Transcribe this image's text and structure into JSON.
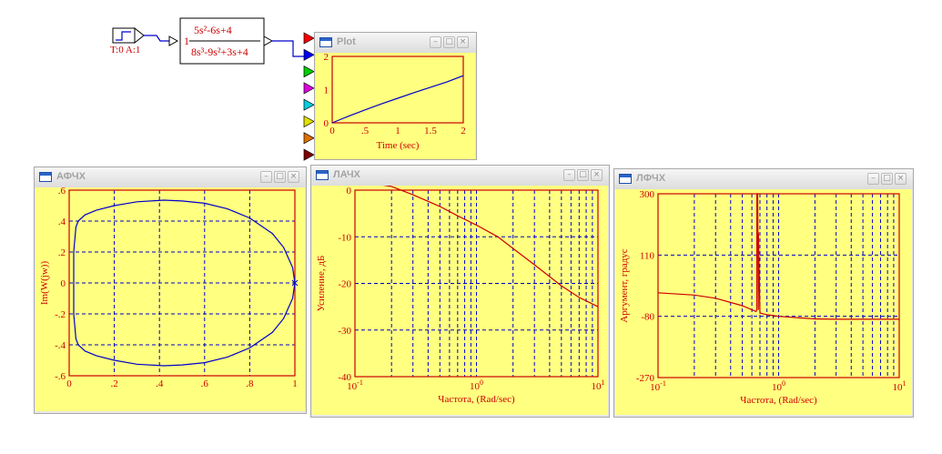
{
  "block_diagram": {
    "step_label": "T:0 A:1",
    "tf_gain": "1",
    "tf_num": "5s²-6s+4",
    "tf_den": "8s³-9s²+3s+4",
    "port_colors": [
      "#ff0000",
      "#0000ff",
      "#00d000",
      "#e000e0",
      "#00d0e0",
      "#e0e000",
      "#e07000",
      "#800000"
    ]
  },
  "colors": {
    "plot_bg": "#ffff80",
    "frame": "#cc0000",
    "grid": "#0000cc",
    "curve_blue": "#0000cc",
    "curve_red": "#cc0000"
  },
  "windows": {
    "plot": {
      "title": "Plot",
      "chart_data": {
        "type": "line",
        "xlabel": "Time (sec)",
        "ylabel": "",
        "xlim": [
          0,
          2
        ],
        "ylim": [
          0,
          2
        ],
        "xticks": [
          "0",
          ".5",
          "1",
          "1.5",
          "2"
        ],
        "yticks": [
          "0",
          "1",
          "2"
        ],
        "series": [
          {
            "x": [
              0,
              0.25,
              0.5,
              0.75,
              1,
              1.25,
              1.5,
              1.75,
              2
            ],
            "y": [
              0,
              0.2,
              0.39,
              0.57,
              0.74,
              0.91,
              1.07,
              1.23,
              1.42
            ]
          }
        ]
      }
    },
    "afchx": {
      "title": "АФЧХ",
      "chart_data": {
        "type": "line",
        "xlabel": "",
        "ylabel": "Im(W(jw))",
        "xlim": [
          0,
          1
        ],
        "ylim": [
          -0.6,
          0.6
        ],
        "xticks": [
          "0",
          ".2",
          ".4",
          ".6",
          ".8",
          "1"
        ],
        "yticks": [
          "-.6",
          "-.4",
          "-.2",
          "0",
          ".2",
          ".4",
          ".6"
        ],
        "series": [
          {
            "x": [
              1,
              0.99,
              0.95,
              0.9,
              0.8,
              0.7,
              0.6,
              0.5,
              0.42,
              0.3,
              0.2,
              0.12,
              0.07,
              0.04,
              0.03,
              0.02,
              0.02,
              0.03,
              0.04,
              0.07,
              0.12,
              0.2,
              0.3,
              0.42,
              0.5,
              0.6,
              0.7,
              0.8,
              0.9,
              0.95,
              0.99,
              1
            ],
            "y": [
              0,
              0.1,
              0.23,
              0.32,
              0.42,
              0.48,
              0.515,
              0.53,
              0.535,
              0.525,
              0.5,
              0.47,
              0.44,
              0.4,
              0.36,
              0.2,
              -0.2,
              -0.36,
              -0.4,
              -0.44,
              -0.47,
              -0.5,
              -0.525,
              -0.535,
              -0.53,
              -0.515,
              -0.48,
              -0.42,
              -0.32,
              -0.23,
              -0.1,
              0
            ]
          }
        ]
      }
    },
    "lachx": {
      "title": "ЛАЧХ",
      "chart_data": {
        "type": "line",
        "xlabel": "Частота, (Rad/sec)",
        "ylabel": "Усиление, дБ",
        "xscale": "log",
        "xlim": [
          0.1,
          10
        ],
        "ylim": [
          -40,
          0
        ],
        "xticks": [
          "-1",
          "0",
          "1"
        ],
        "yticks": [
          "0",
          "-10",
          "-20",
          "-30",
          "-40"
        ],
        "series": [
          {
            "x": [
              0.1,
              0.15,
              0.2,
              0.3,
              0.5,
              0.7,
              1,
              1.5,
              2,
              3,
              5,
              7,
              10
            ],
            "y": [
              1.5,
              1.3,
              0.8,
              -1,
              -3.5,
              -5.5,
              -7.5,
              -10,
              -12.5,
              -16,
              -20.5,
              -23,
              -25
            ]
          }
        ]
      }
    },
    "lfchx": {
      "title": "ЛФЧХ",
      "chart_data": {
        "type": "line",
        "xlabel": "Частота, (Rad/sec)",
        "ylabel": "Аргумент, градус",
        "xscale": "log",
        "xlim": [
          0.1,
          10
        ],
        "ylim": [
          -270,
          300
        ],
        "xticks": [
          "-1",
          "0",
          "1"
        ],
        "yticks": [
          "300",
          "110",
          "-80",
          "-270"
        ],
        "series": [
          {
            "x": [
              0.1,
              0.2,
              0.3,
              0.5,
              0.65,
              0.66,
              0.66,
              0.67,
              0.68,
              0.68,
              0.7,
              0.8,
              1,
              1.5,
              2,
              3,
              5,
              10
            ],
            "y": [
              -7,
              -14,
              -24,
              -47,
              -65,
              -60,
              300,
              300,
              -60,
              180,
              -70,
              -75,
              -80,
              -85,
              -88,
              -89,
              -89,
              -89
            ]
          }
        ]
      }
    }
  }
}
